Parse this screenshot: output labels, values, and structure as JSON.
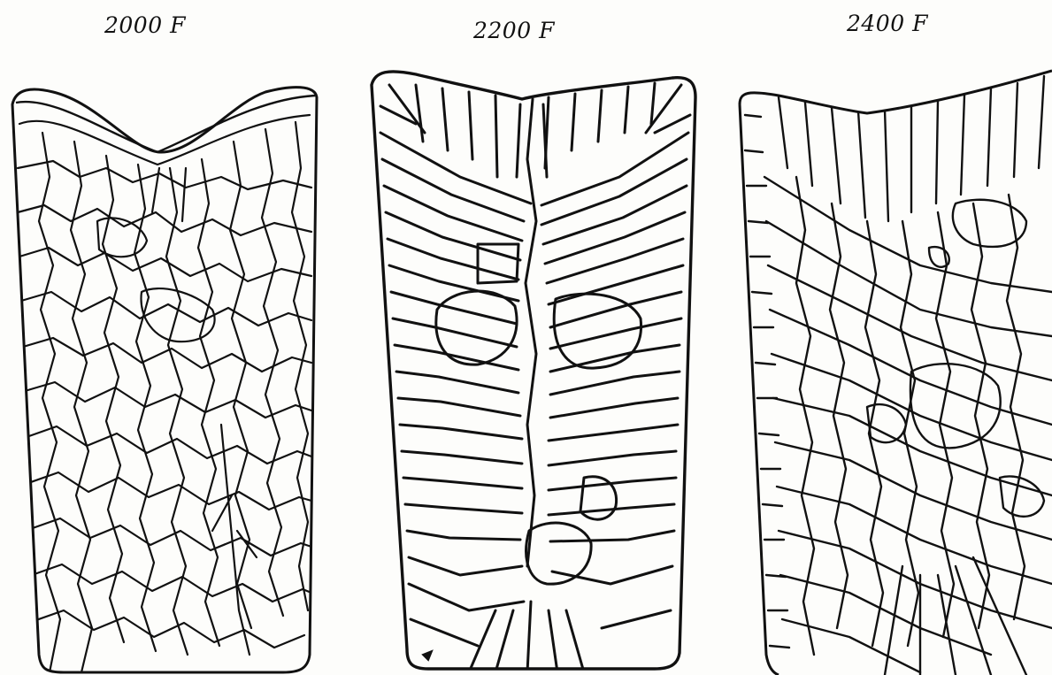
{
  "figure": {
    "panels": [
      {
        "id": "a",
        "caption": "2000 F"
      },
      {
        "id": "b",
        "caption": "2200 F"
      },
      {
        "id": "c",
        "caption": "2400 F"
      }
    ],
    "colors": {
      "ink": "#111111",
      "paper": "#fdfdfb"
    }
  }
}
